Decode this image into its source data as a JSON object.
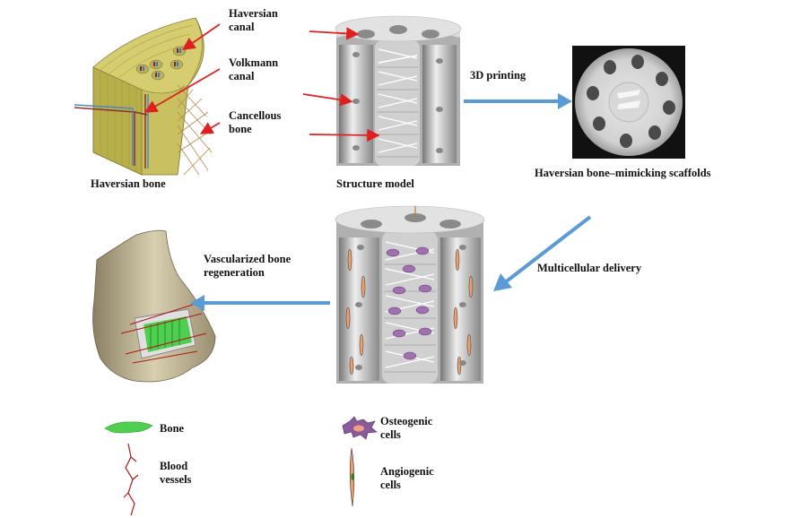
{
  "panels": {
    "haversian_bone": {
      "caption": "Haversian bone",
      "callouts": [
        {
          "line1": "Haversian",
          "line2": "canal"
        },
        {
          "line1": "Volkmann",
          "line2": "canal"
        },
        {
          "line1": "Cancellous",
          "line2": "bone"
        }
      ]
    },
    "structure_model": {
      "caption": "Structure model"
    },
    "scaffold_photo": {
      "caption": "Haversian bone–mimicking scaffolds"
    },
    "cell_scaffold": {
      "caption": ""
    },
    "femur": {
      "caption": ""
    }
  },
  "arrows": {
    "printing": {
      "label": "3D printing"
    },
    "delivery": {
      "label": "Multicellular delivery"
    },
    "regeneration": {
      "line1": "Vascularized bone",
      "line2": "regeneration"
    }
  },
  "legend": [
    {
      "icon": "bone-icon",
      "line1": "Bone",
      "line2": ""
    },
    {
      "icon": "blood-vessel-icon",
      "line1": "Blood",
      "line2": "vessels"
    },
    {
      "icon": "osteogenic-cell-icon",
      "line1": "Osteogenic",
      "line2": "cells"
    },
    {
      "icon": "angiogenic-cell-icon",
      "line1": "Angiogenic",
      "line2": "cells"
    }
  ],
  "colors": {
    "arrow_blue": "#5b9bd5",
    "callout_red": "#e02020",
    "bone_yellow": "#c9c060",
    "scaffold_gray": "#c8c8c8",
    "bone_green": "#4fcf4f",
    "vessel_red": "#b01818",
    "osteo_purple": "#8a5a9a",
    "angio_orange": "#e8a070"
  }
}
